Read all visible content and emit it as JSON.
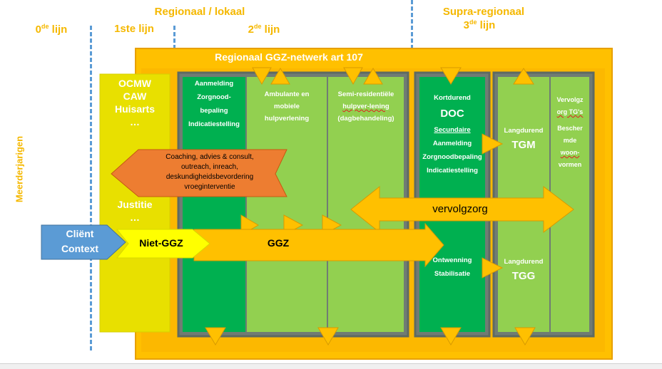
{
  "headers": {
    "regionaal": "Regionaal / lokaal",
    "supra": "Supra-regionaal",
    "lijn0": {
      "num": "0",
      "sup": "de",
      "txt": " lijn"
    },
    "lijn1": "1ste lijn",
    "lijn2": {
      "num": "2",
      "sup": "de",
      "txt": " lijn"
    },
    "lijn3": {
      "num": "3",
      "sup": "de",
      "txt": " lijn"
    },
    "side": "Meerderjarigen"
  },
  "network_title": "Regionaal GGZ-netwerk art 107",
  "first_line": {
    "items": [
      "OCMW",
      "CAW",
      "Huisarts",
      "…"
    ],
    "justitie": "Justitie",
    "dots": "…"
  },
  "columns": {
    "col1": [
      "Aanmelding",
      "Zorgnood-",
      "bepaling",
      "Indicatiestelling"
    ],
    "col2": [
      "Ambulante en",
      "mobiele",
      "hulpverlening"
    ],
    "col3": {
      "line1": "Semi-residentiële",
      "line2": "hulpver-lening",
      "line3": "(dagbehandeling)"
    },
    "doc": {
      "top": "Kortdurend",
      "title": "DOC",
      "sub": "Secundaire",
      "items": [
        "Aanmelding",
        "Zorgnoodbepaling",
        "Indicatiestelling"
      ],
      "bottom": [
        "Ontwenning",
        "Stabilisatie"
      ]
    },
    "tgm": {
      "label": "Langdurend",
      "title": "TGM"
    },
    "tgg": {
      "label": "Langdurend",
      "title": "TGG"
    },
    "vervolg": {
      "l1": "Vervolgz",
      "l2": "org TG's",
      "l3": "Bescher",
      "l4": "mde",
      "l5": "woon-",
      "l6": "vormen"
    }
  },
  "coaching": [
    "Coaching, advies & consult,",
    "outreach, inreach,",
    "deskundigheidsbevordering",
    "vroeginterventie"
  ],
  "arrows": {
    "client": [
      "Cliënt",
      "Context"
    ],
    "niet_ggz": "Niet-GGZ",
    "ggz": "GGZ",
    "vervolgzorg": "vervolgzorg"
  },
  "colors": {
    "header": "#f5b800",
    "orange_frame": "#ffc000",
    "dark_green": "#00b050",
    "light_green": "#92d050",
    "yellow": "#e8e000",
    "orange_arrow": "#ed7d31",
    "blue": "#5b9bd5"
  }
}
